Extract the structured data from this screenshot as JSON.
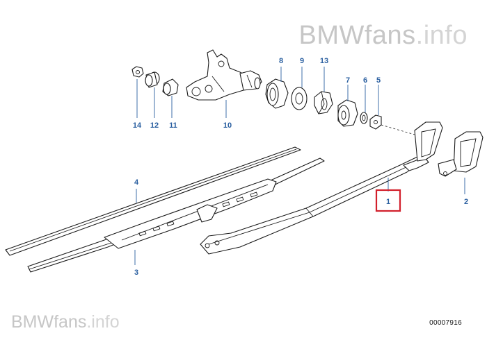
{
  "watermark_top": {
    "brand": "BMWfans",
    "suffix": ".info"
  },
  "watermark_bottom": {
    "brand": "BMWfans",
    "suffix": ".info"
  },
  "diagram_number": "00007916",
  "highlighted_part": "1",
  "callouts": [
    {
      "id": "1",
      "text": "1"
    },
    {
      "id": "2",
      "text": "2"
    },
    {
      "id": "3",
      "text": "3"
    },
    {
      "id": "4",
      "text": "4"
    },
    {
      "id": "5",
      "text": "5"
    },
    {
      "id": "6",
      "text": "6"
    },
    {
      "id": "7",
      "text": "7"
    },
    {
      "id": "8",
      "text": "8"
    },
    {
      "id": "9",
      "text": "9"
    },
    {
      "id": "10",
      "text": "10"
    },
    {
      "id": "11",
      "text": "11"
    },
    {
      "id": "12",
      "text": "12"
    },
    {
      "id": "13",
      "text": "13"
    },
    {
      "id": "14",
      "text": "14"
    }
  ],
  "colors": {
    "callout": "#2a5fa0",
    "highlight": "#d21f2b",
    "watermark": "#c6c6c6",
    "line": "#1a1a1a"
  }
}
